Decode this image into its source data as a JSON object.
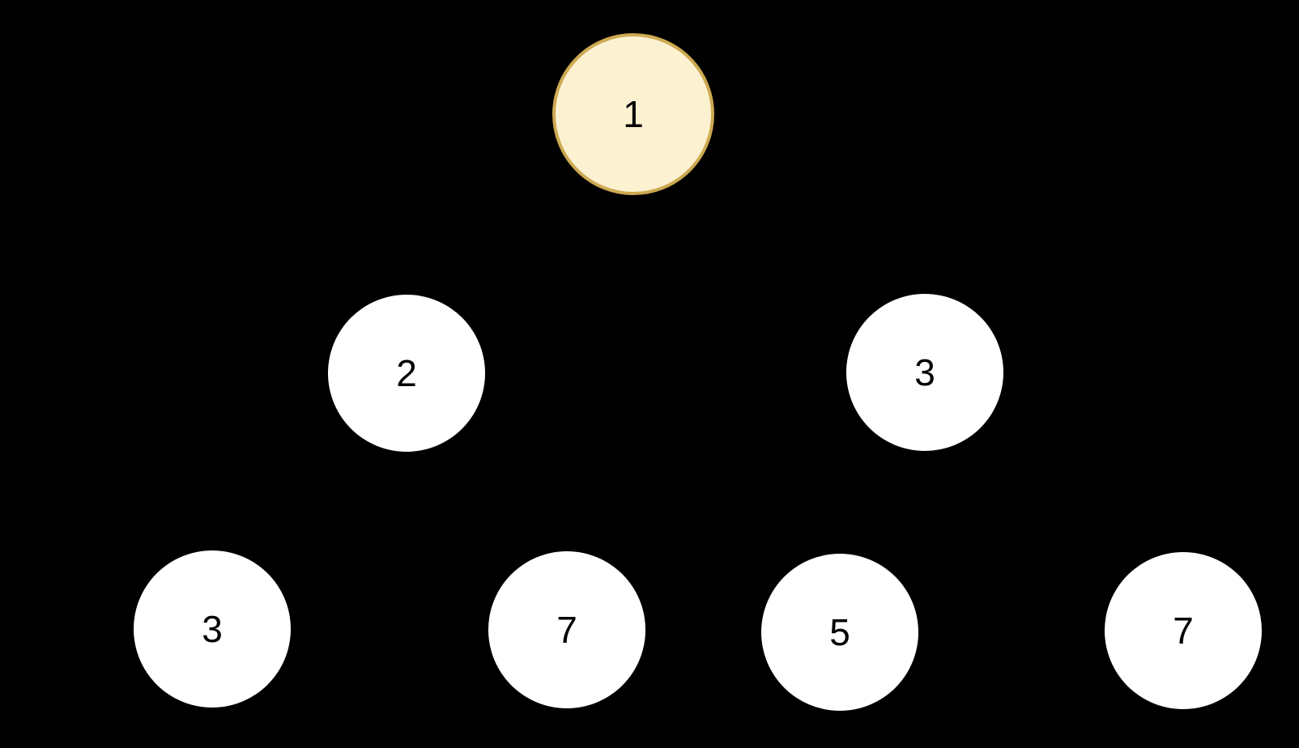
{
  "page": {
    "background_color": "#000000"
  },
  "tree": {
    "type": "binary-tree",
    "levels": 3,
    "node_count": 7,
    "edges_visible": false,
    "default_node": {
      "fill": "#ffffff",
      "text_color": "#000000"
    },
    "highlighted_node": {
      "fill": "#fcf2d2",
      "border_color": "#cda951"
    },
    "nodes": [
      {
        "value": "1",
        "level": 0,
        "position": "root",
        "highlighted": true
      },
      {
        "value": "2",
        "level": 1,
        "position": "left",
        "highlighted": false
      },
      {
        "value": "3",
        "level": 1,
        "position": "right",
        "highlighted": false
      },
      {
        "value": "3",
        "level": 2,
        "position": "left.left",
        "highlighted": false
      },
      {
        "value": "7",
        "level": 2,
        "position": "left.right",
        "highlighted": false
      },
      {
        "value": "5",
        "level": 2,
        "position": "right.left",
        "highlighted": false
      },
      {
        "value": "7",
        "level": 2,
        "position": "right.right",
        "highlighted": false
      }
    ]
  }
}
